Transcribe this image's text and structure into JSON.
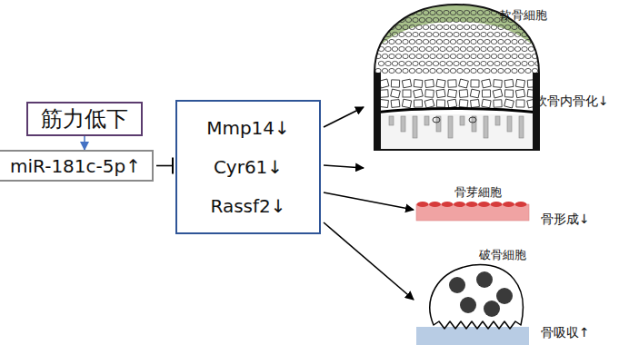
{
  "diagram": {
    "nodes": [
      {
        "text": [
          "筋力低下"
        ]
      },
      {
        "text": [
          "miR-181c-5p↑"
        ]
      },
      {
        "text": [
          "Mmp14↓",
          "Cyr61↓",
          "Rassf2↓"
        ]
      },
      {
        "text": [
          "軟骨細胞",
          "軟骨内骨化↓"
        ]
      },
      {
        "text": [
          "骨芽細胞",
          "骨形成↓"
        ]
      },
      {
        "text": [
          "破骨細胞",
          "骨吸収↑"
        ]
      }
    ],
    "edges": [
      {
        "from": 0,
        "to": 1,
        "arrow": "to"
      },
      {
        "from": 1,
        "to": 2,
        "arrow": "to"
      },
      {
        "from": 2,
        "to": 3,
        "arrow": "to"
      },
      {
        "from": 2,
        "to": 3,
        "arrow": "to"
      },
      {
        "from": 2,
        "to": 4,
        "arrow": "to"
      },
      {
        "from": 2,
        "to": 5,
        "arrow": "to"
      }
    ]
  }
}
